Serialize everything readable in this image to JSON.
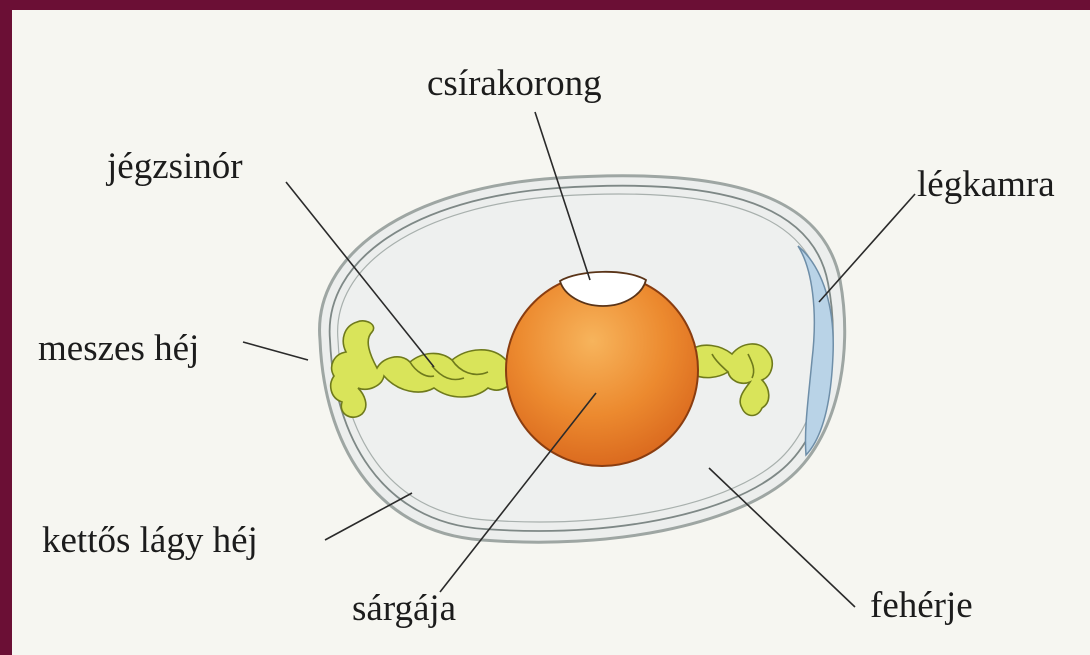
{
  "labels": {
    "germinal_disc": "csírakorong",
    "chalaza": "jégzsinór",
    "air_cell": "légkamra",
    "shell": "meszes héj",
    "membranes": "kettős lágy héj",
    "yolk": "sárgája",
    "albumen": "fehérje"
  },
  "colors": {
    "frame": "#6b0f35",
    "paper": "#f6f6f1",
    "albumen": "#eceeed",
    "shell": "#c9cfcc",
    "yolk": "#e8872b",
    "chalaza": "#d9e45a",
    "air_cell": "#b9d3e7"
  }
}
